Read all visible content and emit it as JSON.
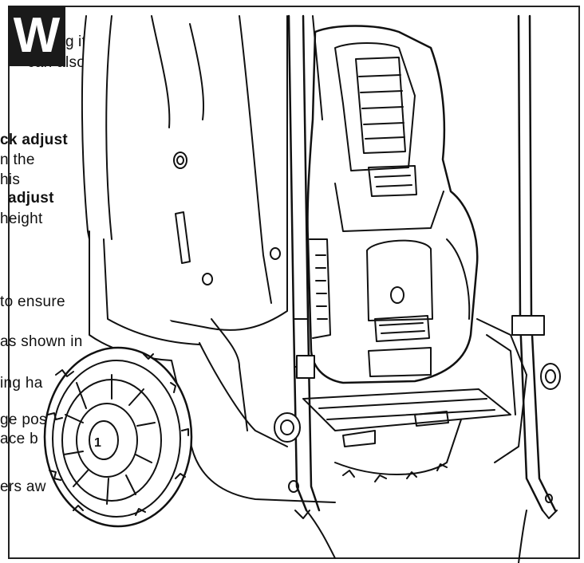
{
  "badge": {
    "letter": "W"
  },
  "text_fragments": [
    {
      "id": "l1a",
      "text": "g"
    },
    {
      "id": "l1b",
      "text": "ition,"
    },
    {
      "id": "l2",
      "text": "can also"
    },
    {
      "id": "l3",
      "text": "ck  adjust"
    },
    {
      "id": "l4",
      "text": "n  the"
    },
    {
      "id": "l5",
      "text": "his"
    },
    {
      "id": "l6",
      "text": "adjust"
    },
    {
      "id": "l7",
      "text": "height"
    },
    {
      "id": "l8",
      "text": "to  ensure"
    },
    {
      "id": "l9",
      "text": "as  shown  in"
    },
    {
      "id": "l10",
      "text": "ing  ha"
    },
    {
      "id": "l11",
      "text": "ge  pos"
    },
    {
      "id": "l12",
      "text": "ace  b"
    },
    {
      "id": "l13",
      "text": "ers  aw"
    }
  ],
  "illustration": {
    "subject": "lawn-mower-rear-view-drawing",
    "wheel_hub_text": "1"
  }
}
